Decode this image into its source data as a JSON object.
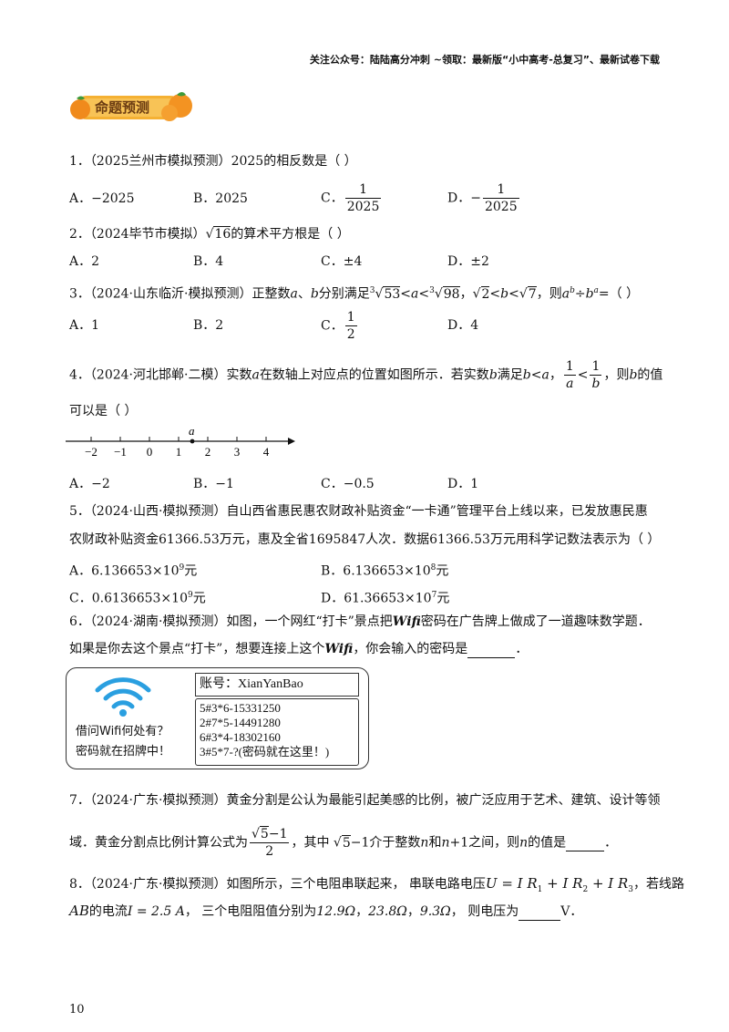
{
  "header": {
    "text": "关注公众号：陆陆高分冲刺 ~领取：最新版“小中高考-总复习”、最新试卷下载"
  },
  "badge": {
    "label": "命题预测"
  },
  "q1": {
    "num": "1．",
    "source": "（2025兰州市模拟预测）",
    "stem": "2025的相反数是（    ）",
    "A_label": "A．",
    "A_val": "−2025",
    "B_label": "B．",
    "B_val": "2025",
    "C_label": "C．",
    "C_num": "1",
    "C_den": "2025",
    "D_label": "D．",
    "D_sign": "−",
    "D_num": "1",
    "D_den": "2025"
  },
  "q2": {
    "num": "2．",
    "source": "（2024毕节市模拟）",
    "radicand": "16",
    "stem": "的算术平方根是（    ）",
    "A_label": "A．",
    "A_val": "2",
    "B_label": "B．",
    "B_val": "4",
    "C_label": "C．",
    "C_val": "±4",
    "D_label": "D．",
    "D_val": "±2"
  },
  "q3": {
    "num": "3．",
    "source": "（2024·山东临沂·模拟预测）",
    "stem1": "正整数",
    "var_a": "a",
    "sep": "、",
    "var_b": "b",
    "stem2": "分别满足",
    "idx3": "3",
    "r53": "53",
    "lt": "<",
    "r98": "98",
    "comma": "，",
    "r2": "2",
    "r7": "7",
    "then": "，则",
    "div": "÷",
    "eq": "=（      ）",
    "A_label": "A．",
    "A_val": "1",
    "B_label": "B．",
    "B_val": "2",
    "C_label": "C．",
    "C_num": "1",
    "C_den": "2",
    "D_label": "D．",
    "D_val": "4"
  },
  "q4": {
    "num": "4．",
    "source": "（2024·河北邯郸·二模）",
    "stem1": "实数",
    "var_a": "a",
    "stem2": "在数轴上对应点的位置如图所示．若实数",
    "var_b": "b",
    "stem3": "满足",
    "ineq1": "b<a",
    "comma": "，",
    "f_num": "1",
    "lt": "<",
    "stem4": "，则",
    "stem5": "的值",
    "stem6": "可以是（    ）",
    "axis_ticks": [
      "−2",
      "−1",
      "0",
      "1",
      "2",
      "3",
      "4"
    ],
    "axis_point": "a",
    "A_label": "A．",
    "A_val": "−2",
    "B_label": "B．",
    "B_val": "−1",
    "C_label": "C．",
    "C_val": "−0.5",
    "D_label": "D．",
    "D_val": "1"
  },
  "q5": {
    "num": "5．",
    "source": "（2024·山西·模拟预测）",
    "line1": "自山西省惠民惠农财政补贴资金“一卡通”管理平台上线以来，已发放惠民惠",
    "line2": "农财政补贴资金61366.53万元，惠及全省1695847人次．数据61366.53万元用科学记数法表示为（    ）",
    "A_label": "A．",
    "A_base": "6.136653×10",
    "A_exp": "9",
    "A_unit": "元",
    "B_label": "B．",
    "B_base": "6.136653×10",
    "B_exp": "8",
    "B_unit": "元",
    "C_label": "C．",
    "C_base": "0.6136653×10",
    "C_exp": "9",
    "C_unit": "元",
    "D_label": "D．",
    "D_base": "61.36653×10",
    "D_exp": "7",
    "D_unit": "元"
  },
  "q6": {
    "num": "6．",
    "source": "（2024·湖南·模拟预测）",
    "line1a": "如图，一个网红“打卡”景点把",
    "wifi_word": "Wifi",
    "line1b": "密码在广告牌上做成了一道趣味数学题．",
    "line2a": "如果是你去这个景点“打卡”，想要连接上这个",
    "line2b": "，你会输入的密码是",
    "period": "．",
    "sign_left1": "借问Wifi何处有？",
    "sign_left2": "密码就在招牌中！",
    "account": "账号：XianYanBao",
    "codes": [
      "5#3*6-15331250",
      "2#7*5-14491280",
      "6#3*4-18302160",
      "3#5*7-?(密码就在这里！)"
    ]
  },
  "q7": {
    "num": "7．",
    "source": "（2024·广东·模拟预测）",
    "line1": "黄金分割是公认为最能引起美感的比例，被广泛应用于艺术、建筑、设计等领",
    "line2a": "域．黄金分割点比例计算公式为",
    "f_rad": "5",
    "f_minus": "−1",
    "f_den": "2",
    "line2b": "，其中",
    "mid": "介于整数",
    "var_n": "n",
    "and": "和",
    "np1": "+1",
    "between": "之间，则",
    "value_is": "的值是",
    "period": "．"
  },
  "q8": {
    "num": "8．",
    "source": "（2024·广东·模拟预测）",
    "line1a": "如图所示，三个电阻串联起来，  串联电路电压",
    "formula": "U = I R",
    "s1": "1",
    "plus": " + I R",
    "s2": "2",
    "s3": "3",
    "line1b": "，若线路",
    "ab": "AB",
    "current_pre": "的电流",
    "current": "I = 2.5 A",
    "line2b": "，  三个电阻阻值分别为",
    "r1": "12.9Ω",
    "r2": "23.8Ω",
    "r3": "9.3Ω",
    "sep": "，",
    "line2c": "，  则电压为",
    "unit": "V．"
  },
  "page": {
    "number": "10"
  }
}
